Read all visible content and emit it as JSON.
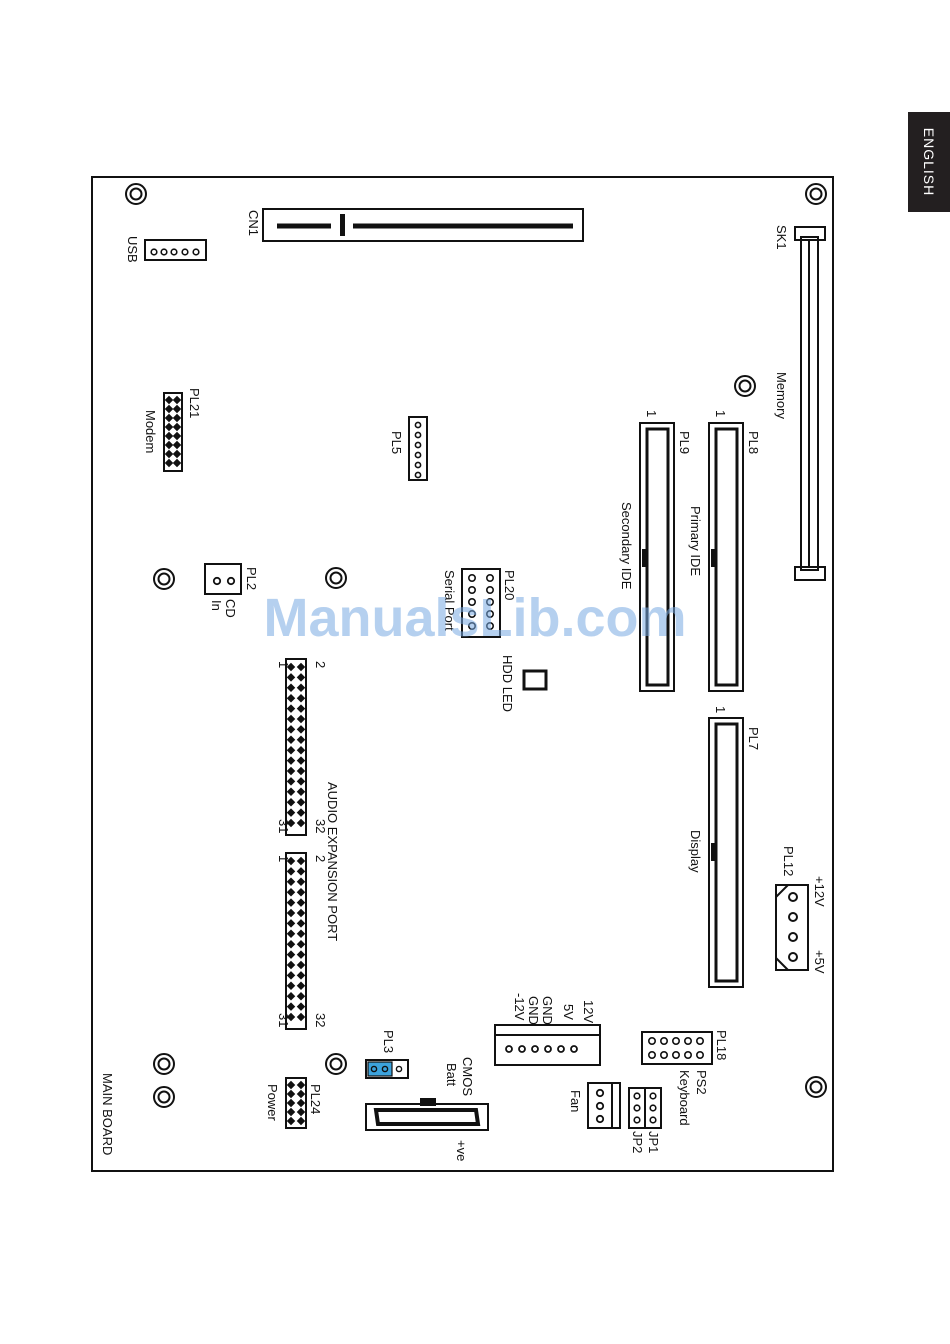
{
  "tab": {
    "label": "ENGLISH"
  },
  "board": {
    "title": "MAIN BOARD"
  },
  "watermark": "ManualsLib.com",
  "labels": {
    "cn1": "CN1",
    "usb": "USB",
    "sk1": "SK1",
    "memory": "Memory",
    "pl21": "PL21",
    "modem": "Modem",
    "pl5": "PL5",
    "pl8": "PL8",
    "pl8_pin1": "1",
    "primary_ide": "Primary IDE",
    "pl9": "PL9",
    "pl9_pin1": "1",
    "secondary_ide": "Secondary IDE",
    "pl2": "PL2",
    "cd_in_1": "CD",
    "cd_in_2": "In",
    "pl20": "PL20",
    "serial_port": "Serial Port",
    "hdd_led": "HDD LED",
    "pl7": "PL7",
    "pl7_pin1": "1",
    "display": "Display",
    "pl12": "PL12",
    "p12v": "+12V",
    "p5v": "+5V",
    "audio_port": "AUDIO EXPANSION PORT",
    "a1_pin1": "1",
    "a1_pin2": "2",
    "a1_pin31": "31",
    "a1_pin32": "32",
    "a2_pin1": "1",
    "a2_pin2": "2",
    "a2_pin31": "31",
    "a2_pin32": "32",
    "pwr_12v": "12V",
    "pwr_5v": "5V",
    "pwr_gnd1": "GND",
    "pwr_gnd2": "GND",
    "pwr_m12v": "-12V",
    "pl18": "PL18",
    "ps2": "PS2",
    "keyboard": "Keyboard",
    "jp1": "JP1",
    "jp2": "JP2",
    "fan": "Fan",
    "pl3": "PL3",
    "cmos": "CMOS",
    "batt": "Batt",
    "pve": "+ve",
    "pl24": "PL24",
    "power": "Power"
  }
}
